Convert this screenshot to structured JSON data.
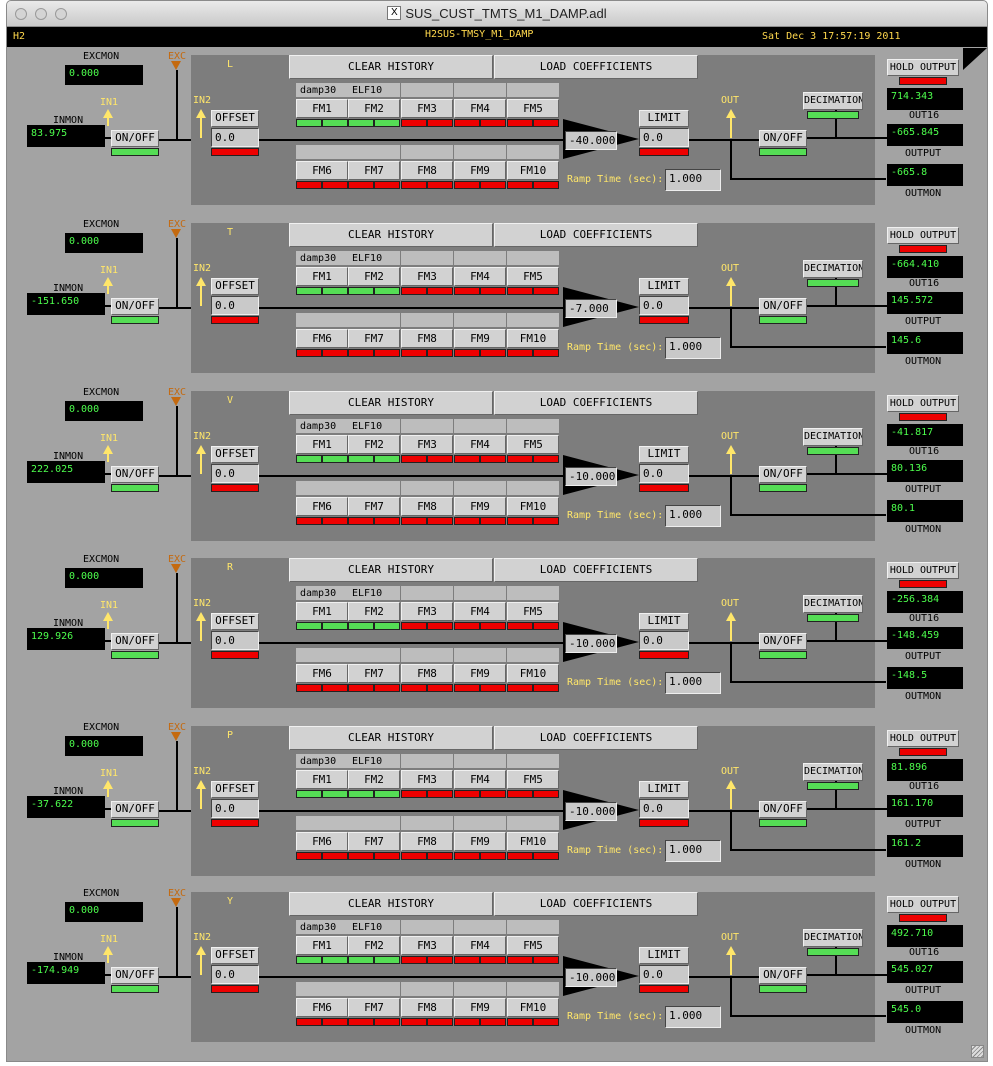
{
  "window": {
    "title": "SUS_CUST_TMTS_M1_DAMP.adl",
    "x_icon": "X"
  },
  "header": {
    "site": "H2",
    "channel": "H2SUS-TMSY_M1_DAMP",
    "datetime": "Sat Dec  3 17:57:19 2011"
  },
  "labels": {
    "excmon": "EXCMON",
    "exc": "EXC",
    "in1": "IN1",
    "in2": "IN2",
    "inmon": "INMON",
    "out": "OUT",
    "out16": "OUT16",
    "output": "OUTPUT",
    "outmon": "OUTMON",
    "ramp_time": "Ramp Time (sec):"
  },
  "buttons": {
    "on_off": "ON/OFF",
    "offset": "OFFSET",
    "clear_history": "CLEAR HISTORY",
    "load_coefficients": "LOAD COEFFICIENTS",
    "limit": "LIMIT",
    "decimation": "DECIMATION",
    "hold_output": "HOLD OUTPUT"
  },
  "fm_labels": [
    "FM1",
    "FM2",
    "FM3",
    "FM4",
    "FM5",
    "FM6",
    "FM7",
    "FM8",
    "FM9",
    "FM10"
  ],
  "fm_names": [
    "damp30",
    "ELF10"
  ],
  "colors": {
    "on": "#55dd55",
    "off": "#ee0000",
    "panel": "#7d7d7d",
    "display_text": "#4dff4d"
  },
  "filters": [
    {
      "dof": "L",
      "excmon": "0.000",
      "inmon": "83.975",
      "offset": "0.0",
      "gain": "-40.000",
      "limit": "0.0",
      "ramp": "1.000",
      "out16": "714.343",
      "output": "-665.845",
      "outmon": "-665.8"
    },
    {
      "dof": "T",
      "excmon": "0.000",
      "inmon": "-151.650",
      "offset": "0.0",
      "gain": "-7.000",
      "limit": "0.0",
      "ramp": "1.000",
      "out16": "-664.410",
      "output": "145.572",
      "outmon": "145.6"
    },
    {
      "dof": "V",
      "excmon": "0.000",
      "inmon": "222.025",
      "offset": "0.0",
      "gain": "-10.000",
      "limit": "0.0",
      "ramp": "1.000",
      "out16": "-41.817",
      "output": "80.136",
      "outmon": "80.1"
    },
    {
      "dof": "R",
      "excmon": "0.000",
      "inmon": "129.926",
      "offset": "0.0",
      "gain": "-10.000",
      "limit": "0.0",
      "ramp": "1.000",
      "out16": "-256.384",
      "output": "-148.459",
      "outmon": "-148.5"
    },
    {
      "dof": "P",
      "excmon": "0.000",
      "inmon": "-37.622",
      "offset": "0.0",
      "gain": "-10.000",
      "limit": "0.0",
      "ramp": "1.000",
      "out16": "81.896",
      "output": "161.170",
      "outmon": "161.2"
    },
    {
      "dof": "Y",
      "excmon": "0.000",
      "inmon": "-174.949",
      "offset": "0.0",
      "gain": "-10.000",
      "limit": "0.0",
      "ramp": "1.000",
      "out16": "492.710",
      "output": "545.027",
      "outmon": "545.0"
    }
  ]
}
